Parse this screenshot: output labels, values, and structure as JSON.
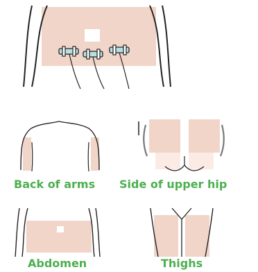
{
  "labels": {
    "back_of_arms": "Back of arms",
    "side_of_upper_hip": "Side of upper hip",
    "abdomen": "Abdomen",
    "thighs": "Thighs"
  },
  "colors": {
    "site_fill": "#f1d5c8",
    "outline": "#222222",
    "label": "#4caf50",
    "sensor": "#b7e0e3"
  }
}
